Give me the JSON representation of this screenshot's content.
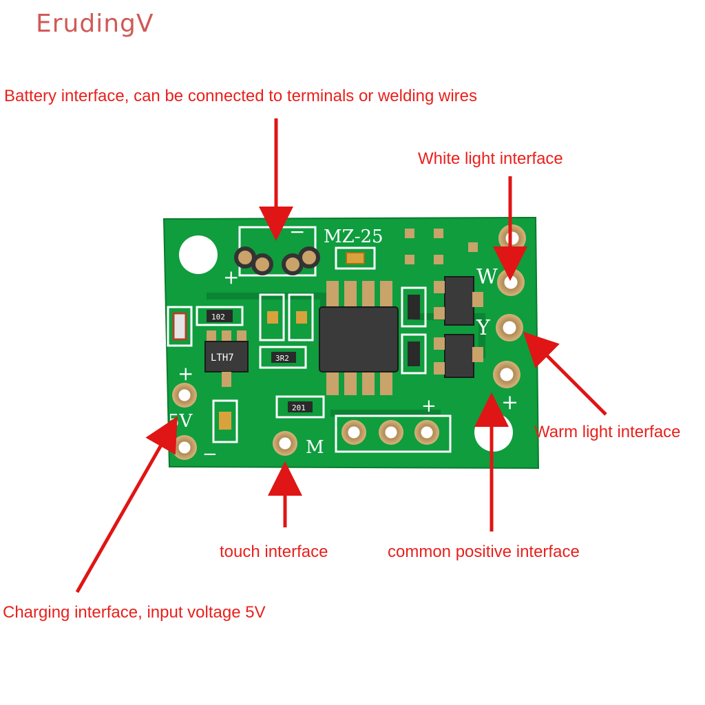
{
  "watermark": "ErudingV",
  "labels": {
    "battery": "Battery interface, can be connected to terminals or welding wires",
    "white_light": "White light interface",
    "warm_light": "Warm light interface",
    "touch": "touch interface",
    "common_positive": "common positive interface",
    "charging": "Charging interface, input voltage 5V"
  },
  "silkscreen": {
    "model": "MZ-25",
    "plus": "+",
    "minus": "−",
    "w": "W",
    "y": "Y",
    "five_v": "5V",
    "m": "M",
    "r102": "102",
    "r3r2": "3R2",
    "r201": "201",
    "ltht": "LTH7"
  },
  "colors": {
    "pcb": "#0f9d3e",
    "pcb_dark": "#0a7a2e",
    "label": "#e8201c",
    "watermark": "#cf5a57",
    "arrow": "#e01515"
  }
}
